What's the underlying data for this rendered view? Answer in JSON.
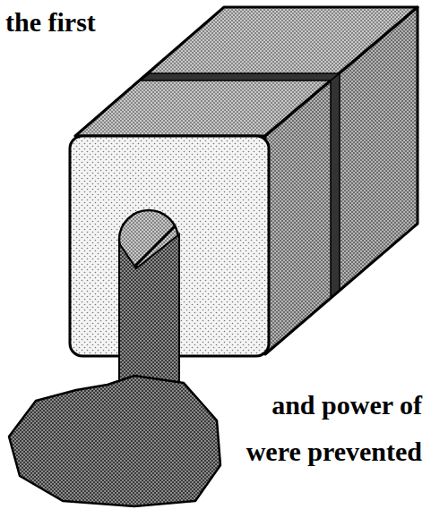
{
  "diagram": {
    "labels": [
      "the first",
      "and power of",
      "were prevented"
    ]
  }
}
